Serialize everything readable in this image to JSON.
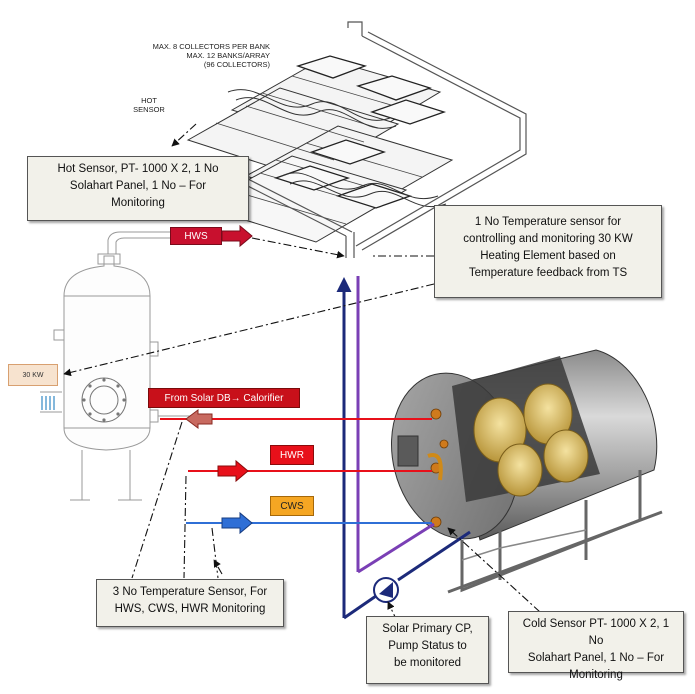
{
  "collectors_label": {
    "line1": "MAX. 8 COLLECTORS PER BANK",
    "line2": "MAX. 12 BANKS/ARRAY",
    "line3": "(96 COLLECTORS)"
  },
  "hot_sensor_label": {
    "line1": "HOT",
    "line2": "SENSOR"
  },
  "notes": {
    "hot_sensor": [
      "Hot Sensor, PT- 1000 X 2, 1 No",
      "Solahart Panel, 1 No – For",
      "Monitoring"
    ],
    "temp_sensor_30kw": [
      "1 No Temperature sensor for",
      "controlling and monitoring 30 KW",
      "Heating Element based on",
      "Temperature feedback from TS"
    ],
    "three_sensors": [
      "3 No Temperature Sensor, For",
      "HWS, CWS, HWR Monitoring"
    ],
    "primary_cp": [
      "Solar Primary CP,",
      "Pump Status to",
      "be monitored"
    ],
    "cold_sensor": [
      "Cold Sensor PT- 1000 X 2, 1 No",
      "Solahart Panel, 1 No – For",
      "Monitoring"
    ]
  },
  "tags": {
    "hws": "HWS",
    "kw30": "30 KW",
    "from_solar": "From Solar DB→ Calorifier",
    "hwr": "HWR",
    "cws": "CWS"
  },
  "colors": {
    "hws_red": "#c8102e",
    "hwr_red": "#e8101a",
    "cws_orange": "#f5a623",
    "cws_blue": "#2f6fd6",
    "pipe_navy": "#1c2a7a",
    "pipe_purple": "#7a3fb5",
    "note_bg": "#f2f1ea"
  }
}
